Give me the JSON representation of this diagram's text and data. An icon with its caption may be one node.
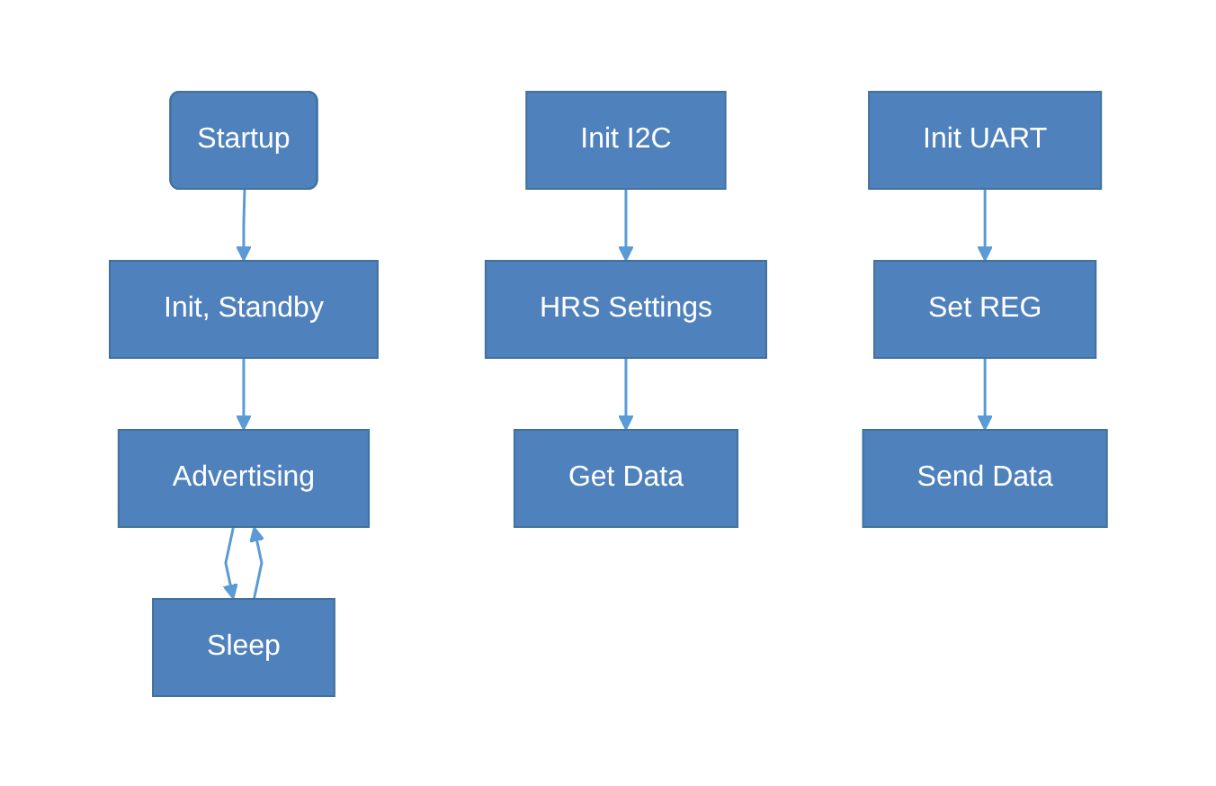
{
  "diagram": {
    "nodes": [
      {
        "text": [
          "Startup"
        ]
      },
      {
        "text": [
          "Init, Standby"
        ]
      },
      {
        "text": [
          "Advertising"
        ]
      },
      {
        "text": [
          "Sleep"
        ]
      },
      {
        "text": [
          "Init I2C"
        ]
      },
      {
        "text": [
          "HRS Settings"
        ]
      },
      {
        "text": [
          "Get Data"
        ]
      },
      {
        "text": [
          "Init UART"
        ]
      },
      {
        "text": [
          "Set REG"
        ]
      },
      {
        "text": [
          "Send Data"
        ]
      }
    ],
    "edges": [
      {
        "from": 0,
        "to": 1,
        "arrow": "to"
      },
      {
        "from": 1,
        "to": 2,
        "arrow": "to"
      },
      {
        "from": 2,
        "to": 3,
        "arrow": "to"
      },
      {
        "from": 3,
        "to": 2,
        "arrow": "to"
      },
      {
        "from": 4,
        "to": 5,
        "arrow": "to"
      },
      {
        "from": 5,
        "to": 6,
        "arrow": "to"
      },
      {
        "from": 7,
        "to": 8,
        "arrow": "to"
      },
      {
        "from": 8,
        "to": 9,
        "arrow": "to"
      }
    ]
  }
}
